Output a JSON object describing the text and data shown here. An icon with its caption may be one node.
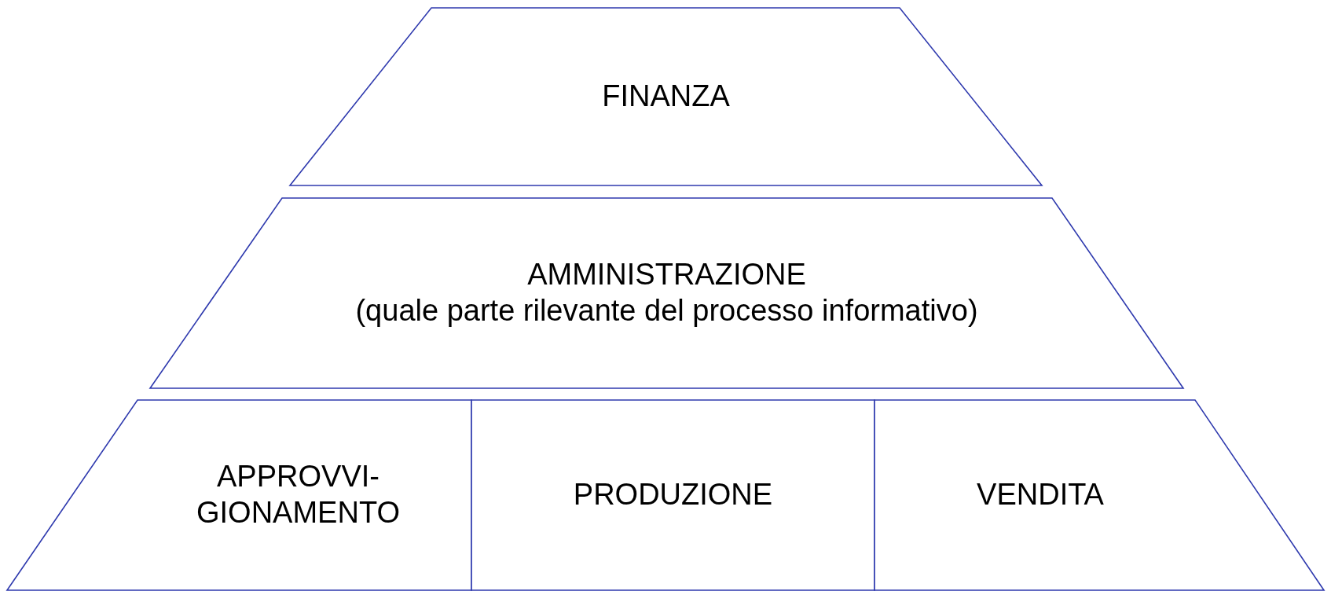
{
  "diagram": {
    "nodes": [
      {
        "text": [
          "FINANZA"
        ]
      },
      {
        "text": [
          "AMMINISTRAZIONE",
          "(quale parte rilevante del processo informativo)"
        ]
      },
      {
        "text": [
          "APPROVVI- GIONAMENTO"
        ]
      },
      {
        "text": [
          "PRODUZIONE"
        ]
      },
      {
        "text": [
          "VENDITA"
        ]
      }
    ]
  }
}
